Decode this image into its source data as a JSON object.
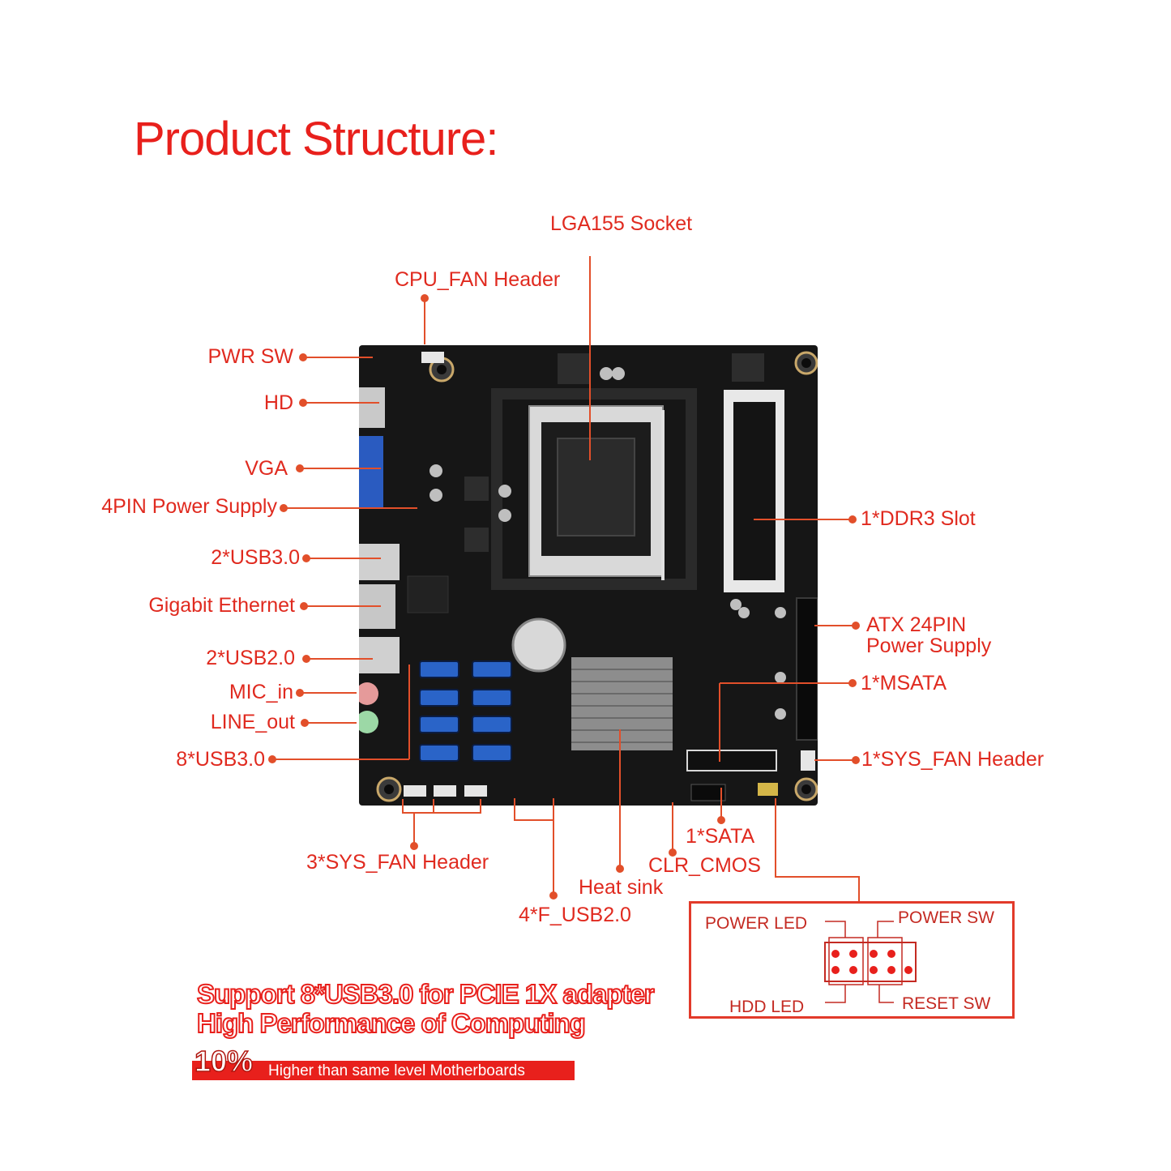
{
  "title": "Product Structure:",
  "labels": {
    "lga_socket": "LGA155 Socket",
    "cpu_fan": "CPU_FAN Header",
    "pwr_sw": "PWR SW",
    "hd": "HD",
    "vga": "VGA",
    "pin4_power": "4PIN Power Supply",
    "usb30_2": "2*USB3.0",
    "gigabit": "Gigabit Ethernet",
    "usb20_2": "2*USB2.0",
    "mic_in": "MIC_in",
    "line_out": "LINE_out",
    "usb30_8": "8*USB3.0",
    "ddr3": "1*DDR3 Slot",
    "atx24_line1": "ATX 24PIN",
    "atx24_line2": "Power Supply",
    "msata": "1*MSATA",
    "sys_fan": "1*SYS_FAN Header",
    "sata": "1*SATA",
    "clr_cmos": "CLR_CMOS",
    "sys_fan3": "3*SYS_FAN Header",
    "heat_sink": "Heat sink",
    "f_usb": "4*F_USB2.0"
  },
  "panel": {
    "power_led": "POWER LED",
    "power_sw": "POWER SW",
    "hdd_led": "HDD   LED",
    "reset_sw": "RESET SW"
  },
  "promo": {
    "line1": "Support 8*USB3.0 for PCIE 1X adapter",
    "line2": "High Performance of Computing",
    "percent": "10%",
    "note": "Higher than same level Motherboards"
  },
  "colors": {
    "accent": "#e8201c",
    "board": "#161616",
    "usb_blue": "#2a64c8"
  }
}
